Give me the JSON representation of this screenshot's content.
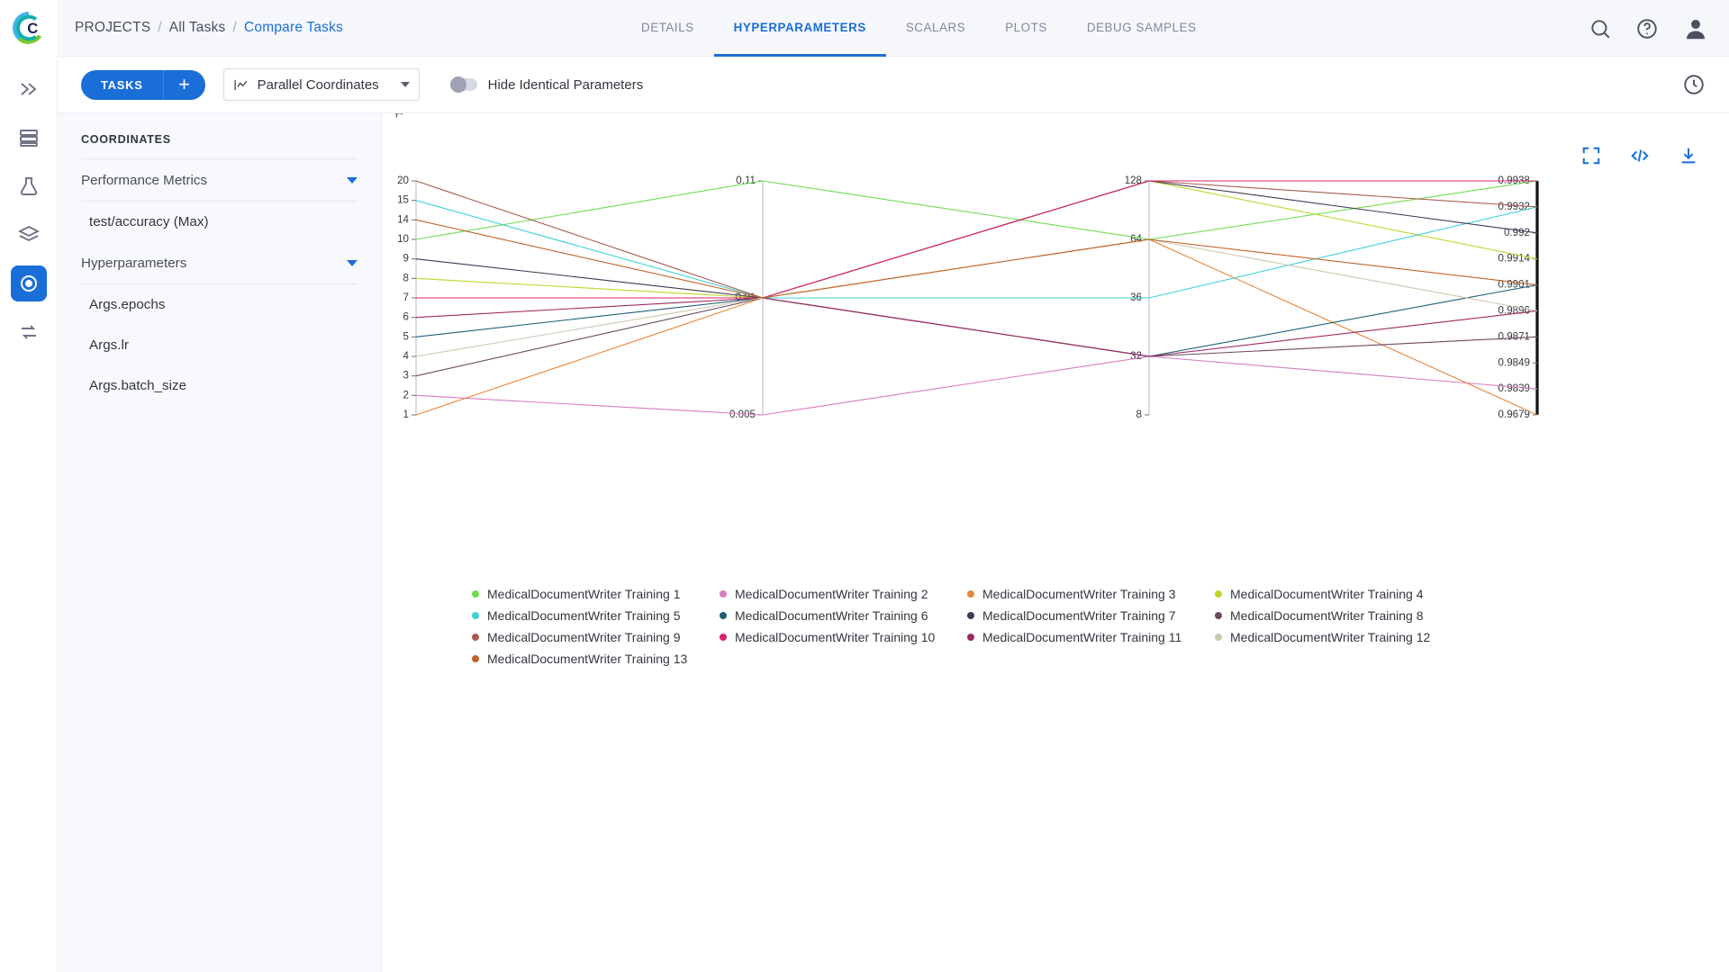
{
  "header": {
    "breadcrumb": [
      "PROJECTS",
      "All Tasks",
      "Compare Tasks"
    ],
    "separator": "/",
    "tabs": [
      {
        "label": "DETAILS",
        "active": false
      },
      {
        "label": "HYPERPARAMETERS",
        "active": true
      },
      {
        "label": "SCALARS",
        "active": false
      },
      {
        "label": "PLOTS",
        "active": false
      },
      {
        "label": "DEBUG SAMPLES",
        "active": false
      }
    ],
    "icons": [
      "search-icon",
      "help-icon",
      "user-avatar-icon"
    ]
  },
  "rail": {
    "items": [
      "pipelines-icon",
      "workers-icon",
      "experiments-icon",
      "datasets-icon",
      "models-icon",
      "compare-icon"
    ]
  },
  "toolbar": {
    "tasks_label": "TASKS",
    "add_label": "+",
    "plot_type": "Parallel Coordinates",
    "hide_identical_label": "Hide Identical Parameters",
    "hide_identical_on": false,
    "refresh_icon": "auto-refresh-icon"
  },
  "sidebar": {
    "title": "COORDINATES",
    "groups": [
      {
        "label": "Performance Metrics",
        "expanded": true,
        "items": [
          "test/accuracy (Max)"
        ]
      },
      {
        "label": "Hyperparameters",
        "expanded": true,
        "items": [
          "Args.epochs",
          "Args.lr",
          "Args.batch_size"
        ]
      }
    ]
  },
  "plot_tools": [
    "fullscreen-icon",
    "embed-code-icon",
    "download-icon"
  ],
  "colors": {
    "accent": "#1a6ed8",
    "topbar_bg": "#f6f7fb",
    "sidebar_bg": "#f8f9fc"
  },
  "chart_data": {
    "type": "line",
    "variant": "parallel-coordinates",
    "title": "",
    "axes": [
      {
        "name": "Args.epochs",
        "ticks": [
          "20",
          "15",
          "14",
          "10",
          "9",
          "8",
          "7",
          "6",
          "5",
          "4",
          "3",
          "2",
          "1"
        ],
        "tick_values": [
          20,
          15,
          14,
          10,
          9,
          8,
          7,
          6,
          5,
          4,
          3,
          2,
          1
        ],
        "min": 1,
        "max": 20,
        "highlighted": false
      },
      {
        "name": "Args.lr",
        "ticks": [
          "0.11",
          "0.01",
          "0.005"
        ],
        "tick_values": [
          0.11,
          0.01,
          0.005
        ],
        "min": 0.005,
        "max": 0.11,
        "highlighted": false
      },
      {
        "name": "Args.batch_size",
        "ticks": [
          "128",
          "64",
          "36",
          "32",
          "8"
        ],
        "tick_values": [
          128,
          64,
          36,
          32,
          8
        ],
        "min": 8,
        "max": 128,
        "highlighted": false
      },
      {
        "name": "test/accuracy (Max)",
        "ticks": [
          "0.9938",
          "0.9932",
          "0.992",
          "0.9914",
          "0.9901",
          "0.9896",
          "0.9871",
          "0.9849",
          "0.9839",
          "0.9679"
        ],
        "tick_values": [
          0.9938,
          0.9932,
          0.992,
          0.9914,
          0.9901,
          0.9896,
          0.9871,
          0.9849,
          0.9839,
          0.9679
        ],
        "min": 0.9679,
        "max": 0.9938,
        "highlighted": true
      }
    ],
    "series": [
      {
        "name": "MedicalDocumentWriter Training 1",
        "color": "#6ddc52",
        "values": [
          10,
          0.11,
          64,
          0.9938
        ]
      },
      {
        "name": "MedicalDocumentWriter Training 2",
        "color": "#d87dc0",
        "values": [
          2,
          0.005,
          32,
          0.9839
        ]
      },
      {
        "name": "MedicalDocumentWriter Training 3",
        "color": "#e8853a",
        "values": [
          1,
          0.01,
          64,
          0.9679
        ]
      },
      {
        "name": "MedicalDocumentWriter Training 4",
        "color": "#c2d42a",
        "values": [
          8,
          0.01,
          128,
          0.9914
        ]
      },
      {
        "name": "MedicalDocumentWriter Training 5",
        "color": "#3fd0d9",
        "values": [
          15,
          0.01,
          36,
          0.9932
        ]
      },
      {
        "name": "MedicalDocumentWriter Training 6",
        "color": "#1f5f7a",
        "values": [
          5,
          0.01,
          32,
          0.9901
        ]
      },
      {
        "name": "MedicalDocumentWriter Training 7",
        "color": "#3b3b52",
        "values": [
          9,
          0.01,
          128,
          0.992
        ]
      },
      {
        "name": "MedicalDocumentWriter Training 8",
        "color": "#6b4a63",
        "values": [
          3,
          0.01,
          32,
          0.9871
        ]
      },
      {
        "name": "MedicalDocumentWriter Training 9",
        "color": "#a65c52",
        "values": [
          20,
          0.01,
          128,
          0.9932
        ]
      },
      {
        "name": "MedicalDocumentWriter Training 10",
        "color": "#d6246e",
        "values": [
          7,
          0.01,
          128,
          0.9938
        ]
      },
      {
        "name": "MedicalDocumentWriter Training 11",
        "color": "#9e2a60",
        "values": [
          6,
          0.01,
          32,
          0.9896
        ]
      },
      {
        "name": "MedicalDocumentWriter Training 12",
        "color": "#cbc8b0",
        "values": [
          4,
          0.01,
          64,
          0.9896
        ]
      },
      {
        "name": "MedicalDocumentWriter Training 13",
        "color": "#c0642a",
        "values": [
          14,
          0.01,
          64,
          0.9901
        ]
      }
    ],
    "legend_position": "bottom",
    "grid": false
  }
}
